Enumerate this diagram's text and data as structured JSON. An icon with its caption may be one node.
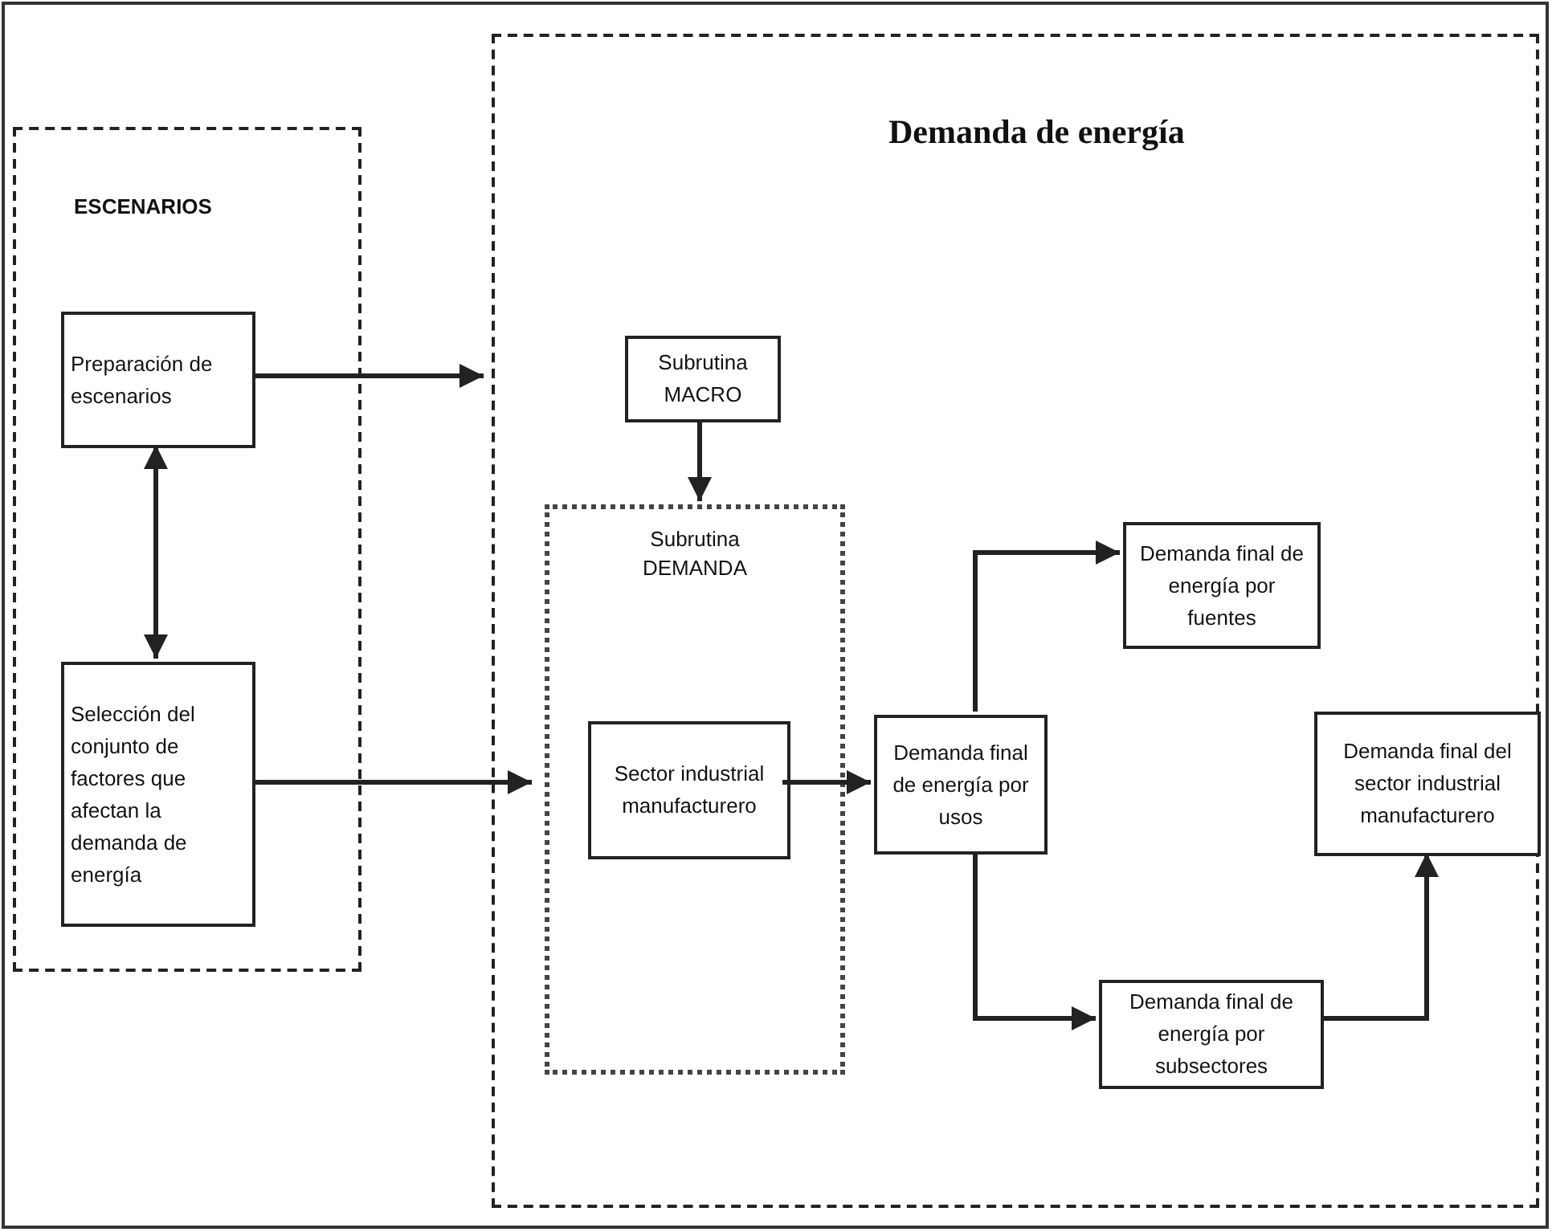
{
  "diagram": {
    "nodes": [
      {
        "text": [
          "ESCENARIOS"
        ]
      },
      {
        "text": [
          "Preparación de escenarios"
        ],
        "in": 0
      },
      {
        "text": [
          "Selección del conjunto de factores que afectan la demanda de energía"
        ],
        "in": 0
      },
      {
        "text": [
          "Demanda de energía"
        ]
      },
      {
        "text": [
          "Subrutina MACRO"
        ],
        "in": 3
      },
      {
        "text": [
          "Subrutina DEMANDA"
        ],
        "in": 3
      },
      {
        "text": [
          "Sector industrial manufacturero"
        ],
        "in": 5
      },
      {
        "text": [
          "Demanda final de energía por usos"
        ],
        "in": 3
      },
      {
        "text": [
          "Demanda final de energía por fuentes"
        ],
        "in": 3
      },
      {
        "text": [
          "Demanda final del sector industrial manufacturero"
        ],
        "in": 3
      },
      {
        "text": [
          "Demanda final de energía por subsectores"
        ],
        "in": 3
      }
    ],
    "edges": [
      {
        "from": 1,
        "to": 3,
        "arrow": "to"
      },
      {
        "from": 1,
        "to": 2,
        "arrow": "both"
      },
      {
        "from": 2,
        "to": 5,
        "arrow": "to"
      },
      {
        "from": 4,
        "to": 5,
        "arrow": "to"
      },
      {
        "from": 6,
        "to": 7,
        "arrow": "to"
      },
      {
        "from": 7,
        "to": 8,
        "arrow": "to"
      },
      {
        "from": 7,
        "to": 10,
        "arrow": "to"
      },
      {
        "from": 10,
        "to": 9,
        "arrow": "to"
      }
    ]
  }
}
